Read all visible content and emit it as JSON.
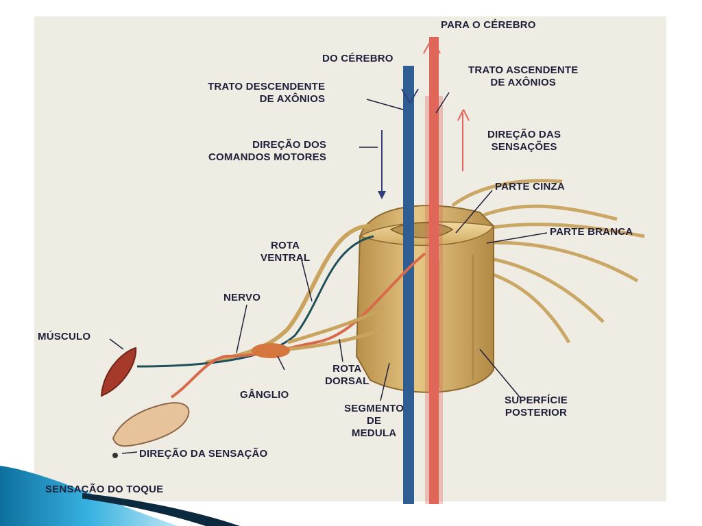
{
  "colors": {
    "panel_background": "#efece4",
    "descending_tract": "#2f5e92",
    "ascending_tract": "#e0665a",
    "label_text": "#1f1f3a",
    "spinal_cord": "#d6b26a",
    "slide_accent": "#1a8fc4"
  },
  "labels": {
    "para_o_cerebro": "PARA O CÉREBRO",
    "do_cerebro": "DO CÉREBRO",
    "trato_descendente": "TRATO DESCENDENTE\nDE AXÔNIOS",
    "trato_ascendente": "TRATO ASCENDENTE\nDE AXÔNIOS",
    "direcao_comandos": "DIREÇÃO DOS\nCOMANDOS MOTORES",
    "direcao_sensacoes": "DIREÇÃO DAS\nSENSAÇÕES",
    "parte_cinza": "PARTE CINZA",
    "parte_branca": "PARTE BRANCA",
    "rota_ventral": "ROTA\nVENTRAL",
    "nervo": "NERVO",
    "musculo": "MÚSCULO",
    "ganglio": "GÂNGLIO",
    "rota_dorsal": "ROTA\nDORSAL",
    "segmento_medula": "SEGMENTO\nDE\nMEDULA",
    "superficie_posterior": "SUPERFÍCIE\nPOSTERIOR",
    "direcao_sensacao": "DIREÇÃO DA SENSAÇÃO",
    "sensacao_toque": "SENSAÇÃO DO TOQUE"
  },
  "icons": {
    "muscle": "muscle-icon",
    "finger": "finger-icon",
    "spinal_cord": "spinal-cord-segment-icon"
  }
}
